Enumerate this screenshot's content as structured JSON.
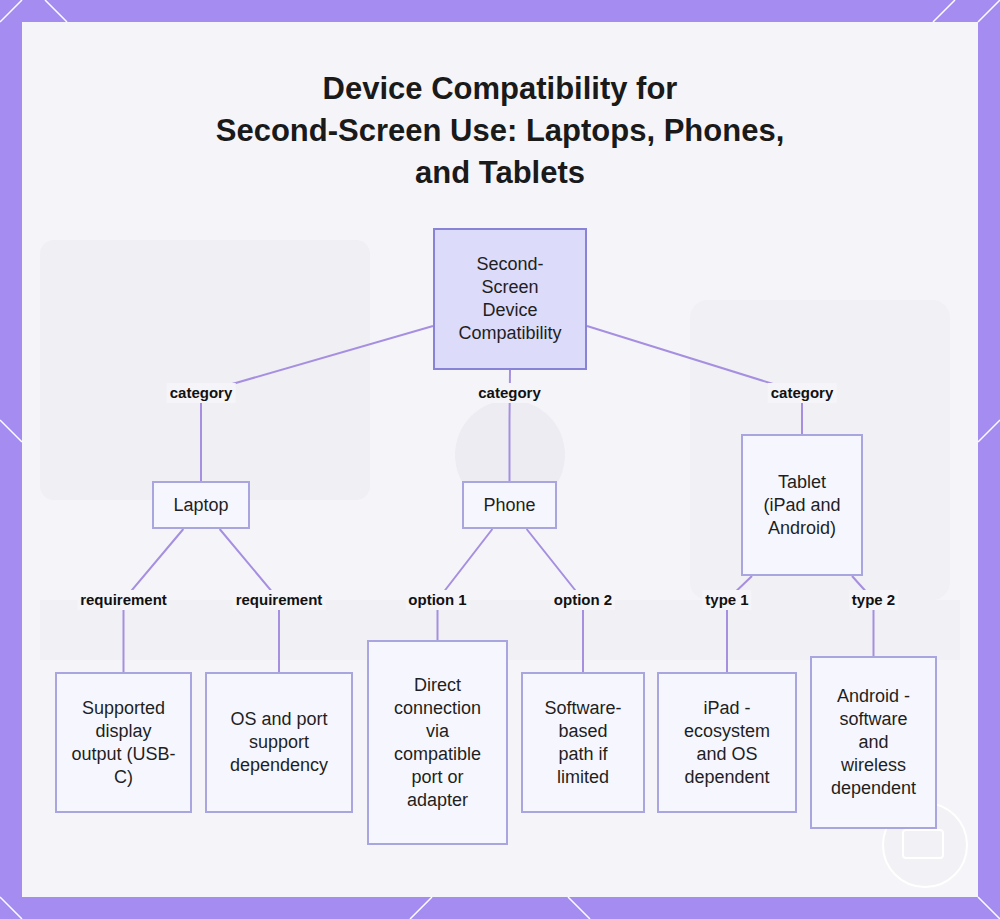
{
  "diagram": {
    "title": "Device Compatibility for Second-Screen Use: Laptops, Phones, and Tablets",
    "nodes": [
      {
        "text": [
          "Second-Screen Device Compatibility"
        ]
      },
      {
        "text": [
          "Laptop"
        ]
      },
      {
        "text": [
          "Phone"
        ]
      },
      {
        "text": [
          "Tablet (iPad and Android)"
        ]
      },
      {
        "text": [
          "Supported display output (USB-C)"
        ]
      },
      {
        "text": [
          "OS and port support dependency"
        ]
      },
      {
        "text": [
          "Direct connection via compatible port or adapter"
        ]
      },
      {
        "text": [
          "Software-based path if limited"
        ]
      },
      {
        "text": [
          "iPad - ecosystem and OS dependent"
        ]
      },
      {
        "text": [
          "Android - software and wireless dependent"
        ]
      }
    ],
    "edges": [
      {
        "from": 0,
        "to": 1,
        "label": "category",
        "arrow": "none"
      },
      {
        "from": 0,
        "to": 2,
        "label": "category",
        "arrow": "none"
      },
      {
        "from": 0,
        "to": 3,
        "label": "category",
        "arrow": "none"
      },
      {
        "from": 1,
        "to": 4,
        "label": "requirement",
        "arrow": "none"
      },
      {
        "from": 1,
        "to": 5,
        "label": "requirement",
        "arrow": "none"
      },
      {
        "from": 2,
        "to": 6,
        "label": "option 1",
        "arrow": "none"
      },
      {
        "from": 2,
        "to": 7,
        "label": "option 2",
        "arrow": "none"
      },
      {
        "from": 3,
        "to": 8,
        "label": "type 1",
        "arrow": "none"
      },
      {
        "from": 3,
        "to": 9,
        "label": "type 2",
        "arrow": "none"
      }
    ]
  }
}
